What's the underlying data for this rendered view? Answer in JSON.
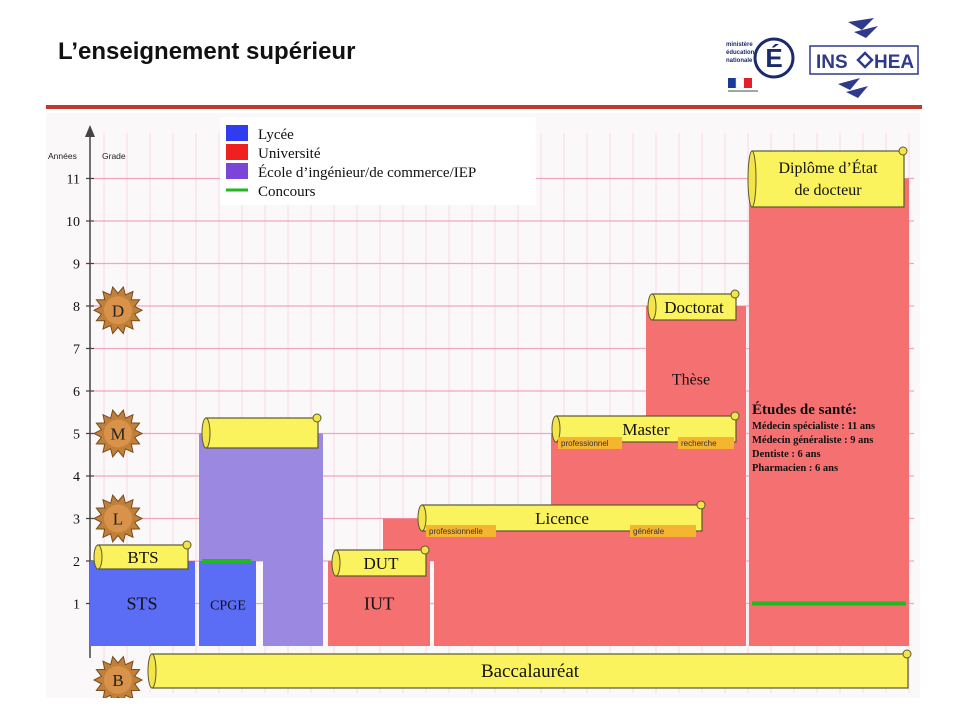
{
  "slide": {
    "title": "L’enseignement supérieur",
    "accent_color": "#c0392b"
  },
  "logos": {
    "ministere": {
      "lines": [
        "ministère",
        "éducation",
        "nationale"
      ],
      "letter": "É",
      "icon": "ministry-logo-icon"
    },
    "inshea": {
      "left": "INS",
      "right": "HEA",
      "icon": "inshea-logo-icon"
    }
  },
  "diagram": {
    "axis": {
      "annees_label": "Années",
      "grade_label": "Grade",
      "ticks": [
        "1",
        "2",
        "3",
        "4",
        "5",
        "6",
        "7",
        "8",
        "9",
        "10",
        "11"
      ]
    },
    "legend": [
      {
        "label": "Lycée",
        "color": "#2f3df0",
        "kind": "box"
      },
      {
        "label": "Université",
        "color": "#f02020",
        "kind": "box"
      },
      {
        "label": "École d’ingénieur/de commerce/IEP",
        "color": "#7a46d8",
        "kind": "box"
      },
      {
        "label": "Concours",
        "color": "#22b822",
        "kind": "line"
      }
    ],
    "grades": [
      {
        "letter": "D",
        "level": 8
      },
      {
        "letter": "M",
        "level": 5
      },
      {
        "letter": "L",
        "level": 3
      },
      {
        "letter": "B",
        "level": -1
      }
    ],
    "colors": {
      "lycee": "#5b6cf5",
      "universite": "#f57070",
      "ecole": "#9b88e0",
      "concours": "#22b822",
      "scroll": "#fbf35e",
      "scroll_border": "#5a5a30",
      "tag": "#f6b530",
      "grid": "#f2a6bc",
      "gear": "#c0803a"
    },
    "blocks": [
      {
        "name": "sts",
        "label": "STS",
        "from": 0,
        "to": 2,
        "type": "lycee"
      },
      {
        "name": "cpge",
        "label": "CPGE",
        "from": 0,
        "to": 2,
        "type": "lycee"
      },
      {
        "name": "cpge-ecole",
        "label": "",
        "from": 2,
        "to": 5,
        "type": "ecole"
      },
      {
        "name": "ecole",
        "label": "",
        "from": 0,
        "to": 5,
        "type": "ecole"
      },
      {
        "name": "iut",
        "label": "IUT",
        "from": 0,
        "to": 2,
        "type": "universite"
      },
      {
        "name": "licence",
        "label": "",
        "from": 0,
        "to": 3,
        "type": "universite"
      },
      {
        "name": "master",
        "label": "",
        "from": 0,
        "to": 5,
        "type": "universite"
      },
      {
        "name": "these",
        "label": "Thèse",
        "from": 0,
        "to": 8,
        "type": "universite"
      },
      {
        "name": "sante",
        "label": "",
        "from": 0,
        "to": 11,
        "type": "universite"
      }
    ],
    "scrolls": [
      {
        "name": "bts",
        "label": "BTS",
        "level": 2
      },
      {
        "name": "ecole",
        "label": "",
        "level": 5
      },
      {
        "name": "dut",
        "label": "DUT",
        "level": 2
      },
      {
        "name": "licence",
        "label": "Licence",
        "level": 3
      },
      {
        "name": "master",
        "label": "Master",
        "level": 5
      },
      {
        "name": "doctorat",
        "label": "Doctorat",
        "level": 8
      },
      {
        "name": "diplome",
        "label": "Diplôme d’État",
        "label2": "de docteur",
        "level": 11
      },
      {
        "name": "baccalaureat",
        "label": "Baccalauréat",
        "level": -1
      }
    ],
    "tags": {
      "licence_pro": "professionnelle",
      "licence_gen": "générale",
      "master_pro": "professionnel",
      "master_rech": "recherche"
    },
    "sante": {
      "title": "Études de santé:",
      "lines": [
        "Médecin spécialiste : 11 ans",
        "Médecin généraliste : 9 ans",
        "Dentiste : 6 ans",
        "Pharmacien : 6 ans"
      ]
    },
    "concours_levels": [
      {
        "column": "cpge",
        "level": 2
      },
      {
        "column": "sante",
        "level": 1
      }
    ]
  }
}
